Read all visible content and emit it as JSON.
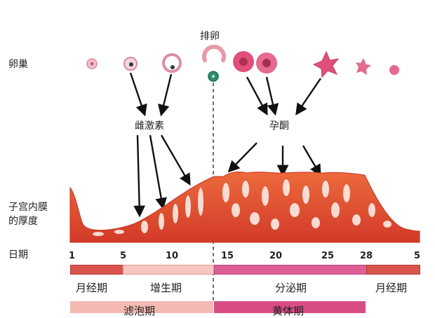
{
  "labels": {
    "ovary": "卵巢",
    "ovulation": "排卵",
    "estrogen": "雌激素",
    "progesterone": "孕酮",
    "endometrium_line1": "子宫内膜",
    "endometrium_line2": "的厚度",
    "date": "日期"
  },
  "day_ticks": [
    "1",
    "5",
    "10",
    "15",
    "20",
    "25",
    "28",
    "5"
  ],
  "cycle_phases": [
    "月经期",
    "增生期",
    "分泌期",
    "月经期"
  ],
  "ovarian_phases": [
    "滤泡期",
    "黄体期"
  ],
  "colors": {
    "menses_bar": "#d9544d",
    "proliferative_bar": "#f6c6c0",
    "secretory_bar": "#dc5f95",
    "follicular_band": "#f3b9b2",
    "luteal_band": "#d94d86",
    "endometrium": "#df4b2c",
    "follicle": "#e8a7b3",
    "corpus_luteum": "#e0507a",
    "egg": "#2e8f6f"
  }
}
